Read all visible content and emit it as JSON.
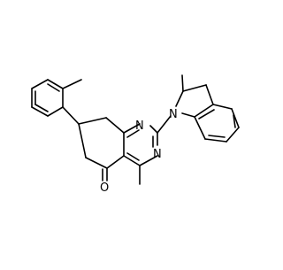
{
  "molecule": {
    "atom_labels": {
      "n_pyrimidine_top": "N",
      "n_pyrimidine_bottom": "N",
      "n_indoline": "N",
      "o_ketone": "O"
    }
  }
}
